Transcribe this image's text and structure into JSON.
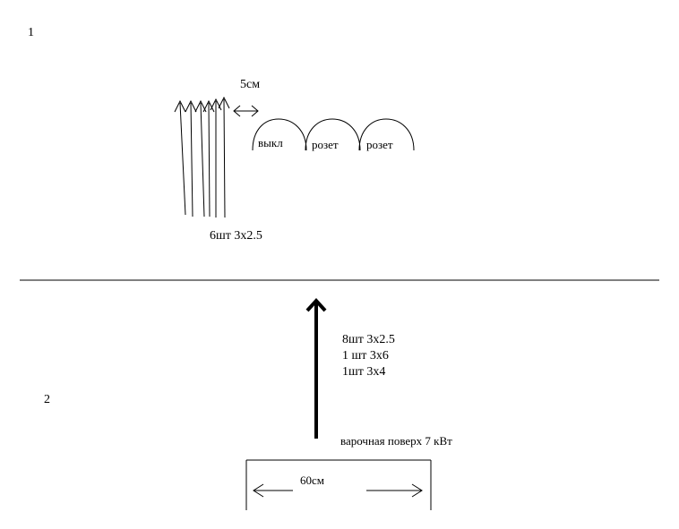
{
  "sections": {
    "top_number": "1",
    "bottom_number": "2"
  },
  "section1": {
    "spacing_label": "5см",
    "boxes": [
      "выкл",
      "розет",
      "розет"
    ],
    "cable_label": "6шт  3х2.5"
  },
  "section2": {
    "cables": [
      "8шт 3х2.5",
      "1 шт 3х6",
      "1шт 3х4"
    ],
    "appliance_label": "варочная поверх 7 кВт",
    "width_label": "60см"
  },
  "colors": {
    "background": "#ffffff",
    "ink": "#000000"
  }
}
